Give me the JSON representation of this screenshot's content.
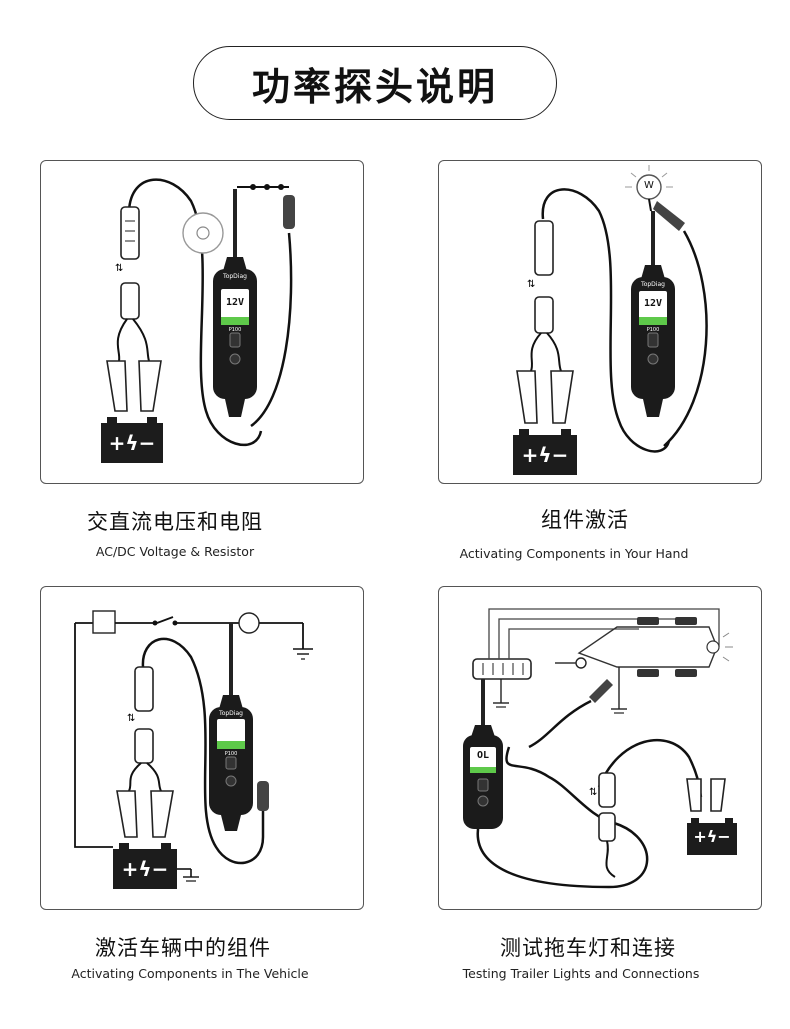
{
  "title": "功率探头说明",
  "device": {
    "brand": "TopDiag",
    "model": "P100"
  },
  "panels": [
    {
      "id": "ac-dc",
      "caption_zh": "交直流电压和电阻",
      "caption_en": "AC/DC Voltage & Resistor",
      "screen": "12V",
      "screen_color": "#5ec94a"
    },
    {
      "id": "activate-hand",
      "caption_zh": "组件激活",
      "caption_en": "Activating Components in Your Hand",
      "screen": "12V",
      "screen_color": "#5ec94a"
    },
    {
      "id": "activate-vehicle",
      "caption_zh": "激活车辆中的组件",
      "caption_en": "Activating Components in The Vehicle",
      "screen": "",
      "screen_color": "#5ec94a"
    },
    {
      "id": "trailer",
      "caption_zh": "测试拖车灯和连接",
      "caption_en": "Testing Trailer Lights and Connections",
      "screen": "OL",
      "screen_color": "#5ec94a"
    }
  ],
  "battery_symbol": "+ϟ−",
  "lamp_letter": "W"
}
